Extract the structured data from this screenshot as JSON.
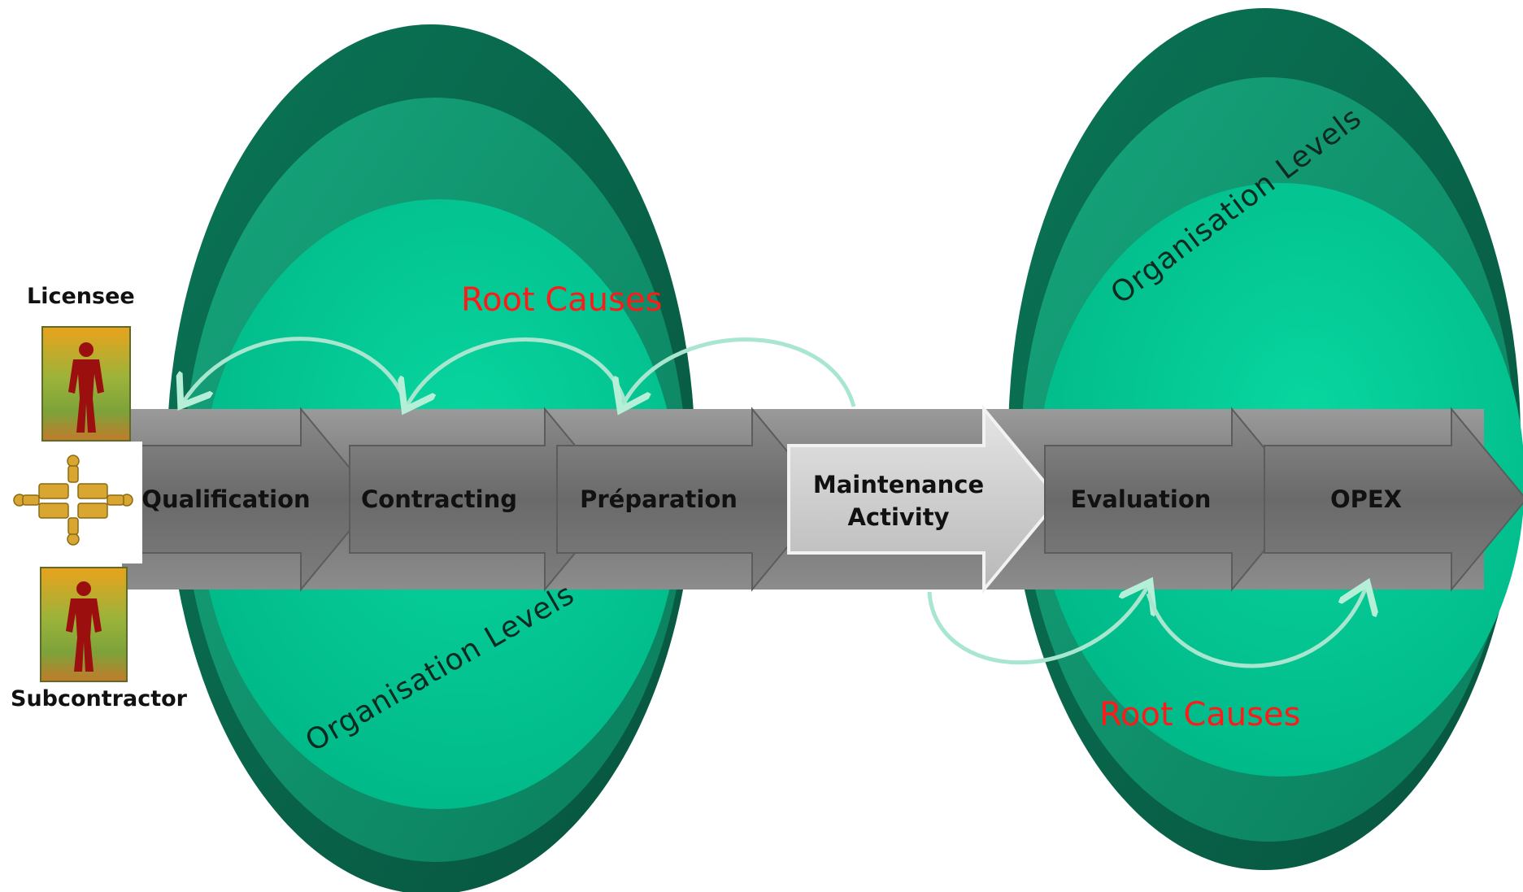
{
  "roles": {
    "licensee": "Licensee",
    "subcontractor": "Subcontractor"
  },
  "process_steps": [
    {
      "label": "Qualification",
      "highlighted": false
    },
    {
      "label": "Contracting",
      "highlighted": false
    },
    {
      "label": "Préparation",
      "highlighted": false
    },
    {
      "label": "Maintenance",
      "label2": "Activity",
      "highlighted": true
    },
    {
      "label": "Evaluation",
      "highlighted": false
    },
    {
      "label": "OPEX",
      "highlighted": false
    }
  ],
  "annotations": {
    "root_causes_top": "Root Causes",
    "root_causes_bottom": "Root Causes",
    "org_levels_left": "Organisation Levels",
    "org_levels_right": "Organisation Levels"
  },
  "colors": {
    "ellipse_outer": "#0b6e50",
    "ellipse_mid": "#109a74",
    "ellipse_inner": "#00c995",
    "band": "#7d7d7d",
    "chevron": "#6e6e6e",
    "chevron_highlight": "#c9c9c9",
    "loop_arrows": "#a8e6cf",
    "root_causes_text": "#ff1a1a",
    "person_red": "#9b0f0f"
  },
  "icons": [
    "person-icon",
    "puzzle-team-icon"
  ]
}
